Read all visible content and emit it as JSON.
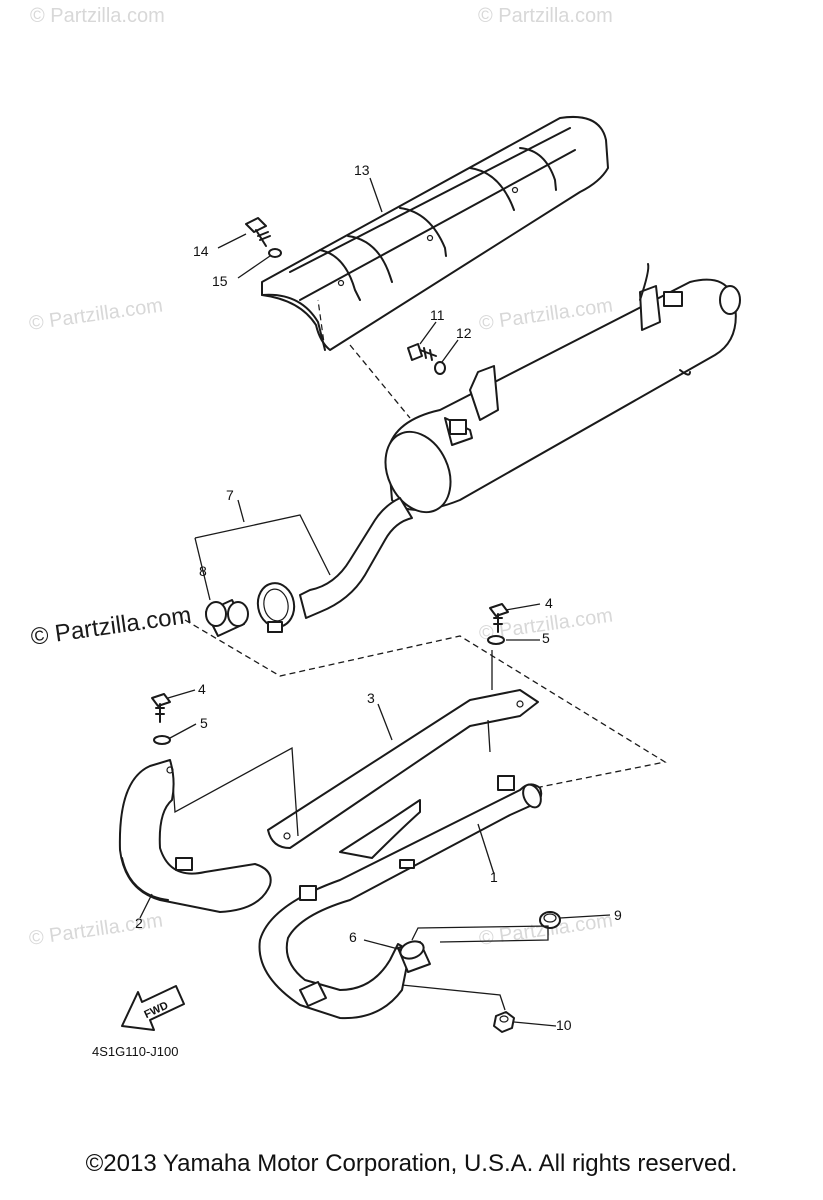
{
  "diagram": {
    "callouts": [
      {
        "id": "c1",
        "text": "1"
      },
      {
        "id": "c2",
        "text": "2"
      },
      {
        "id": "c3",
        "text": "3"
      },
      {
        "id": "c4a",
        "text": "4"
      },
      {
        "id": "c4b",
        "text": "4"
      },
      {
        "id": "c5a",
        "text": "5"
      },
      {
        "id": "c5b",
        "text": "5"
      },
      {
        "id": "c6",
        "text": "6"
      },
      {
        "id": "c7",
        "text": "7"
      },
      {
        "id": "c8",
        "text": "8"
      },
      {
        "id": "c9",
        "text": "9"
      },
      {
        "id": "c10",
        "text": "10"
      },
      {
        "id": "c11",
        "text": "11"
      },
      {
        "id": "c12",
        "text": "12"
      },
      {
        "id": "c13",
        "text": "13"
      },
      {
        "id": "c14",
        "text": "14"
      },
      {
        "id": "c15",
        "text": "15"
      }
    ],
    "fwd_label": "FWD",
    "drawing_code": "4S1G110-J100",
    "watermark_main": "© Partzilla.com",
    "watermark_faint": "© Partzilla.com"
  },
  "footer": {
    "copyright": "©2013  Yamaha Motor Corporation, U.S.A. All rights reserved."
  }
}
